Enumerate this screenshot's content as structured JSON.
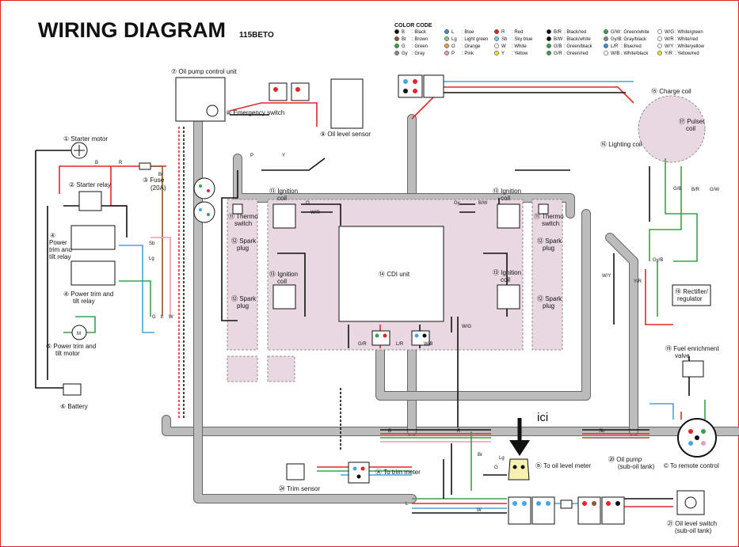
{
  "title": "WIRING DIAGRAM",
  "model": "115BETO",
  "annotation": "ici",
  "color_code": {
    "heading": "COLOR CODE",
    "entries": [
      {
        "code": "B",
        "name": ": Black",
        "swatch": "#111111"
      },
      {
        "code": "Br",
        "name": ": Brown",
        "swatch": "#8a5a2a"
      },
      {
        "code": "G",
        "name": ": Green",
        "swatch": "#3aa24a"
      },
      {
        "code": "Gy",
        "name": ": Gray",
        "swatch": "#8a8a8a"
      },
      {
        "code": "L",
        "name": ": Blue",
        "swatch": "#3a8ee0"
      },
      {
        "code": "Lg",
        "name": ": Light green",
        "swatch": "#7fd07f"
      },
      {
        "code": "O",
        "name": ": Orange",
        "swatch": "#f2a03a"
      },
      {
        "code": "P",
        "name": ": Pink",
        "swatch": "#f09ab4"
      },
      {
        "code": "R",
        "name": ": Red",
        "swatch": "#e0282a"
      },
      {
        "code": "Sb",
        "name": ": Sky blue",
        "swatch": "#7cc8f0"
      },
      {
        "code": "W",
        "name": ": White",
        "swatch": "#ffffff"
      },
      {
        "code": "Y",
        "name": ": Yellow",
        "swatch": "#f0e030"
      },
      {
        "code": "B/R",
        "name": ": Black/red",
        "swatch": "#111111"
      },
      {
        "code": "B/W",
        "name": ": Black/white",
        "swatch": "#111111"
      },
      {
        "code": "G/B",
        "name": ": Green/black",
        "swatch": "#3aa24a"
      },
      {
        "code": "G/R",
        "name": ": Green/red",
        "swatch": "#3aa24a"
      },
      {
        "code": "G/W",
        "name": ": Green/white",
        "swatch": "#3aa24a"
      },
      {
        "code": "Gy/B",
        "name": ": Gray/black",
        "swatch": "#8a8a8a"
      },
      {
        "code": "L/R",
        "name": ": Blue/red",
        "swatch": "#3a8ee0"
      },
      {
        "code": "W/B",
        "name": ": White/black",
        "swatch": "#ffffff"
      },
      {
        "code": "W/G",
        "name": ": White/green",
        "swatch": "#ffffff"
      },
      {
        "code": "W/R",
        "name": ": White/red",
        "swatch": "#ffffff"
      },
      {
        "code": "W/Y",
        "name": ": White/yellow",
        "swatch": "#ffffff"
      },
      {
        "code": "Y/R",
        "name": ": Yellow/red",
        "swatch": "#f0e030"
      }
    ]
  },
  "components": {
    "starter_motor": "① Starter motor",
    "starter_relay": "② Starter relay",
    "fuse": "③ Fuse",
    "fuse_rating": "(20A)",
    "trim_relay_line1": "④",
    "trim_relay_line2": "Power",
    "trim_relay_line3": "trim and",
    "trim_relay_line4": "tilt relay",
    "trim_relay2": "④ Power trim and",
    "trim_relay2_b": "tilt relay",
    "trim_motor": "⑤ Power trim and",
    "trim_motor_b": "tilt motor",
    "battery": "⑥ Battery",
    "oil_pump_control": "⑦ Oil pump control unit",
    "emergency_switch": "⑧ Emergency switch",
    "oil_level_sensor": "⑨ Oil level sensor",
    "charge_coil": "⑮ Charge coil",
    "pulser_coil_a": "⑰ Pulser",
    "pulser_coil_b": "coil",
    "lighting_coil": "⑯ Lighting coil",
    "ignition_coil_a": "⑬ Ignition",
    "ignition_coil_b": "coil",
    "thermo_switch_a": "⑪ Thermo",
    "thermo_switch_b": "switch",
    "spark_plug_a": "⑫ Spark",
    "spark_plug_b": "plug",
    "cdi_unit": "⑭ CDI unit",
    "rectifier_a": "⑱ Rectifier/",
    "rectifier_b": "regulator",
    "fuel_enrichment_a": "⑲ Fuel enrichment",
    "fuel_enrichment_b": "valve",
    "oil_pump_sub_a": "⑳ Oil pump",
    "oil_pump_sub_b": "(sub-oil tank)",
    "to_remote_control": "© To remote control",
    "oil_level_switch_a": "㉑ Oil level switch",
    "oil_level_switch_b": "(sub-oil tank)",
    "trim_sensor": "㉔ Trim sensor",
    "to_trim_meter": "Ⓐ To trim meter",
    "to_oil_level_meter": "Ⓑ To oil level meter"
  },
  "wire_labels": [
    "B",
    "R",
    "Br",
    "Sb",
    "Lg",
    "G",
    "L",
    "W",
    "P",
    "Y",
    "O",
    "Gy",
    "B/W",
    "W/R",
    "G/R",
    "L/R",
    "W/B",
    "W/G",
    "W/Y",
    "Y/R",
    "Gy/B",
    "B/R",
    "G/W",
    "G/B"
  ]
}
